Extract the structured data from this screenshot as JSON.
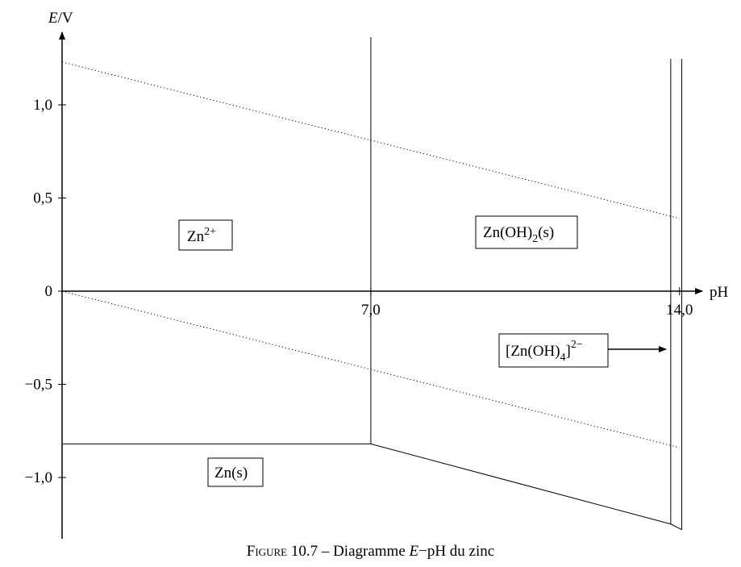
{
  "axes": {
    "y_label_var": "E",
    "y_label_unit": "/V",
    "x_label": "pH",
    "y_ticks": [
      {
        "value": 1.0,
        "label": "1,0"
      },
      {
        "value": 0.5,
        "label": "0,5"
      },
      {
        "value": 0,
        "label": "0"
      },
      {
        "value": -0.5,
        "label": "−0,5"
      },
      {
        "value": -1.0,
        "label": "−1,0"
      }
    ],
    "x_ticks": [
      {
        "value": 7.0,
        "label": "7,0"
      },
      {
        "value": 14.0,
        "label": "14,0"
      }
    ]
  },
  "domains": {
    "zn2": {
      "base": "Zn",
      "sup": "2+"
    },
    "znoh2": {
      "pre": "Zn(OH)",
      "sub": "2",
      "post": "(s)"
    },
    "zns": {
      "text": "Zn(s)"
    },
    "zincate": {
      "pre": "[Zn(OH)",
      "sub": "4",
      "mid": "]",
      "sup": "2−"
    }
  },
  "lines": {
    "boundary_ph": 7.0,
    "zincate_boundaries_ph": [
      13.8,
      14.05
    ],
    "zn_plateau_E": -0.82,
    "zn_slope_end": {
      "ph": 13.8,
      "E": -1.25
    },
    "zn_slope_end_2": {
      "ph": 14.05,
      "E": -1.28
    },
    "water_upper": {
      "start": {
        "ph": 0,
        "E": 1.23
      },
      "end": {
        "ph": 14.0,
        "E": 0.39
      }
    },
    "water_lower": {
      "start": {
        "ph": 0,
        "E": 0
      },
      "end": {
        "ph": 14.0,
        "E": -0.84
      }
    }
  },
  "caption": {
    "figure_word": "Figure",
    "number": "10.7",
    "dash": "–",
    "text_start": "Diagramme",
    "var": "E",
    "text_end": "−pH du zinc"
  }
}
